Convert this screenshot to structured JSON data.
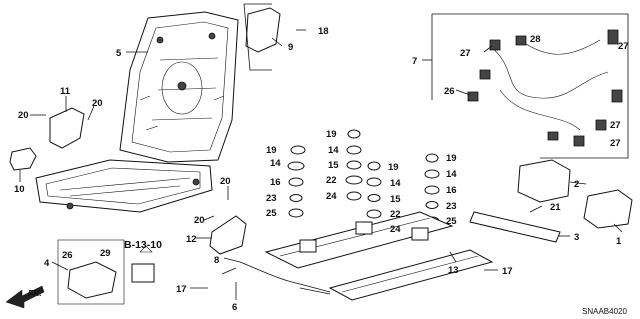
{
  "callouts": {
    "c1": "1",
    "c2": "2",
    "c3": "3",
    "c4": "4",
    "c5": "5",
    "c6": "6",
    "c7": "7",
    "c8": "8",
    "c9": "9",
    "c10": "10",
    "c11": "11",
    "c12": "12",
    "c13": "13",
    "c14a": "14",
    "c14b": "14",
    "c14c": "14",
    "c14d": "14",
    "c15a": "15",
    "c15b": "15",
    "c16a": "16",
    "c16b": "16",
    "c17a": "17",
    "c17b": "17",
    "c18": "18",
    "c19a": "19",
    "c19b": "19",
    "c19c": "19",
    "c19d": "19",
    "c20a": "20",
    "c20b": "20",
    "c20c": "20",
    "c20d": "20",
    "c21": "21",
    "c22a": "22",
    "c22b": "22",
    "c23a": "23",
    "c23b": "23",
    "c24a": "24",
    "c24b": "24",
    "c25a": "25",
    "c25b": "25",
    "c26a": "26",
    "c26b": "26",
    "c27a": "27",
    "c27b": "27",
    "c27c": "27",
    "c27d": "27",
    "c28": "28",
    "c29": "29"
  },
  "reference": "B-13-10",
  "direction": "FR.",
  "diagram_code": "SNAAB4020"
}
